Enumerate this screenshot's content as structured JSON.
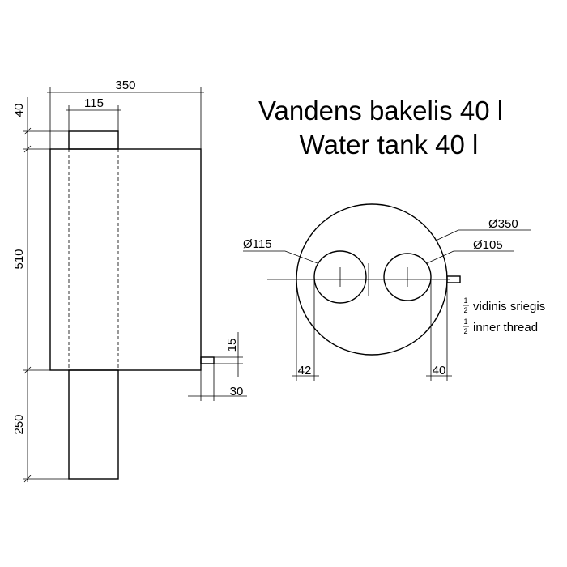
{
  "title": {
    "line1": "Vandens bakelis 40 l",
    "line2": "Water tank 40 l"
  },
  "side_view": {
    "width": "350",
    "pipe_width": "115",
    "pipe_top": "40",
    "body_height": "510",
    "pipe_bottom": "250",
    "fitting_height": "15",
    "fitting_length": "30"
  },
  "top_view": {
    "outer_diameter": "Ø350",
    "pipe_diameter": "Ø115",
    "outlet_diameter": "Ø105",
    "left_offset": "42",
    "right_offset": "40"
  },
  "thread_note": {
    "fraction_num": "1",
    "fraction_den": "2",
    "line1": "vidinis sriegis",
    "line2": "inner thread"
  }
}
